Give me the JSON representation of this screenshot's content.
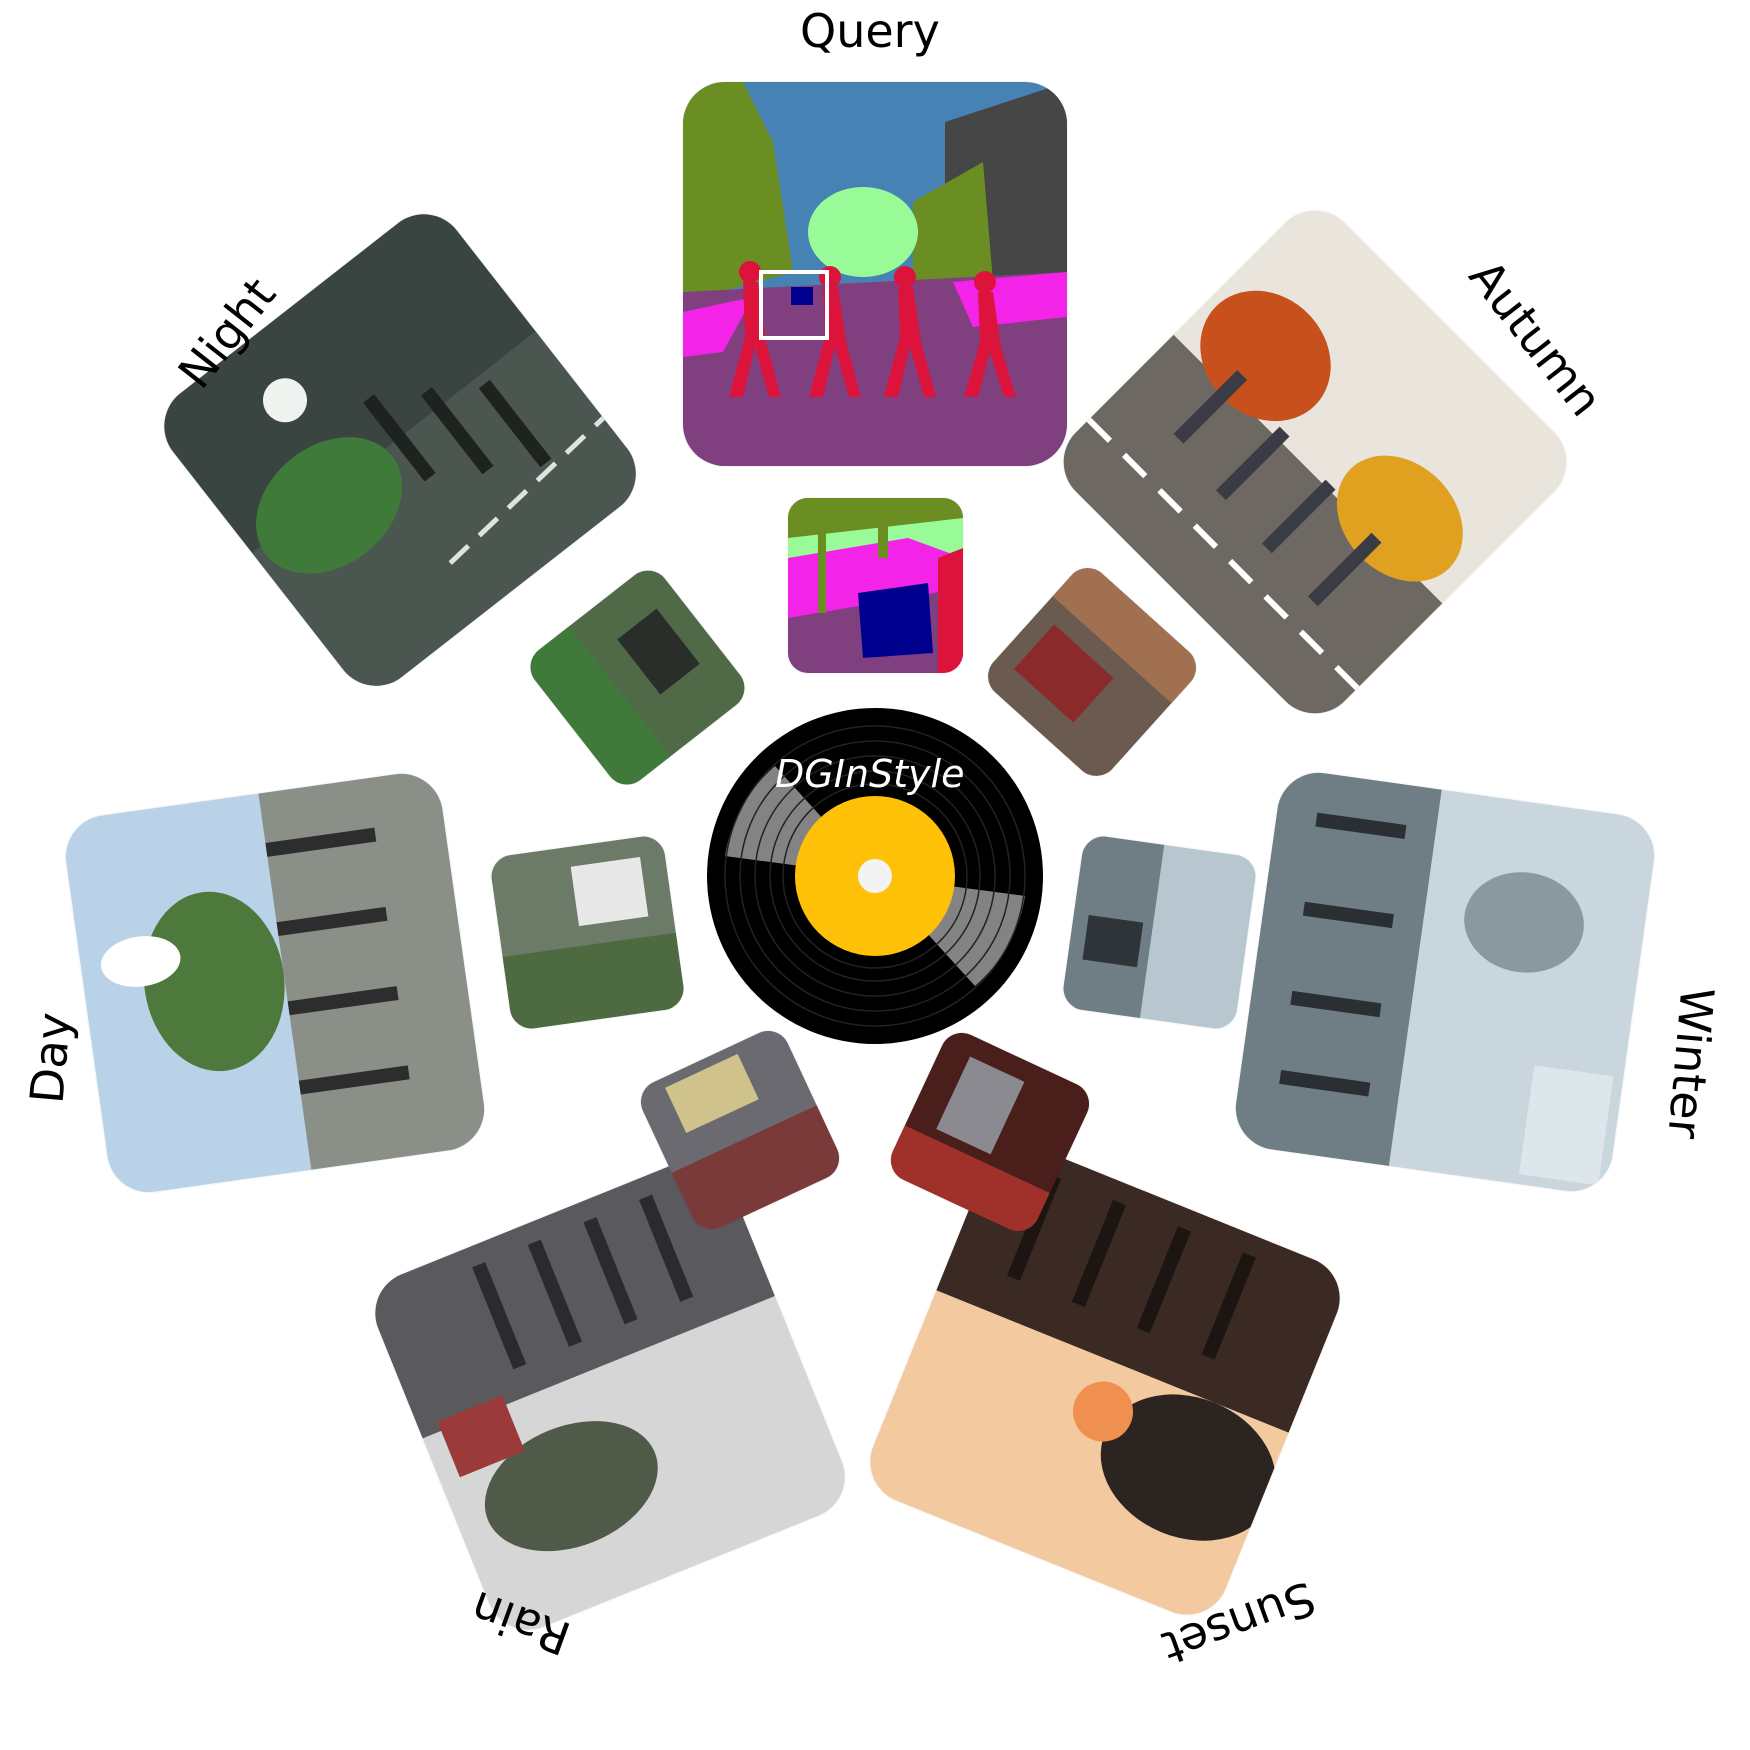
{
  "center": {
    "title": "DGInStyle",
    "label_color": "#FFC107",
    "disc_color": "#000000"
  },
  "query": {
    "label": "Query"
  },
  "styles": [
    {
      "key": "autumn",
      "label": "Autumn",
      "sky": "#e9e4dc",
      "ground": "#6e6862",
      "accent": "#e0a020",
      "foliage": "#c8501c"
    },
    {
      "key": "winter",
      "label": "Winter",
      "sky": "#c9d6dd",
      "ground": "#6f7d84",
      "accent": "#dde6ea",
      "foliage": "#8a98a0"
    },
    {
      "key": "sunset",
      "label": "Sunset",
      "sky": "#f3c9a0",
      "ground": "#3b2a24",
      "accent": "#f09050",
      "foliage": "#2c2420"
    },
    {
      "key": "rain",
      "label": "Rain",
      "sky": "#d6d6d6",
      "ground": "#5a5a5e",
      "accent": "#9b3a3a",
      "foliage": "#4f5a48"
    },
    {
      "key": "day",
      "label": "Day",
      "sky": "#b9d2e8",
      "ground": "#8a8f88",
      "accent": "#ffffff",
      "foliage": "#4d7a3c"
    },
    {
      "key": "night",
      "label": "Night",
      "sky": "#3a4440",
      "ground": "#4c5650",
      "accent": "#eef3f0",
      "foliage": "#3f7a3a"
    }
  ],
  "segmentation_colors": {
    "sky": "#4682B4",
    "vegetation": "#6B8E23",
    "building": "#464646",
    "road": "#804080",
    "sidewalk": "#F423E8",
    "person": "#DC143C",
    "terrain": "#98FB98",
    "car": "#00008E"
  }
}
